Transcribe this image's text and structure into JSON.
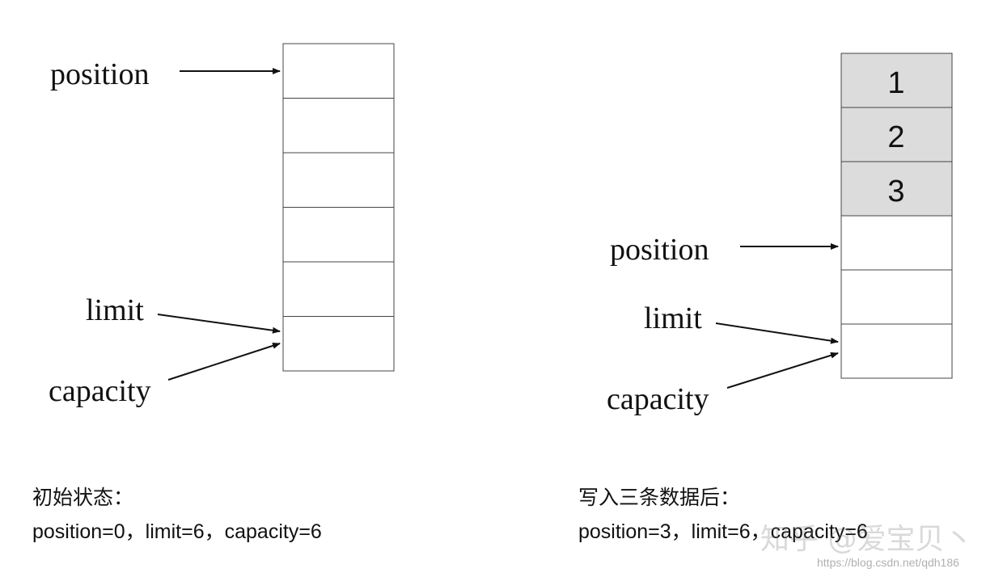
{
  "left_panel": {
    "cells": [
      "",
      "",
      "",
      "",
      "",
      ""
    ],
    "labels": {
      "position": "position",
      "limit": "limit",
      "capacity": "capacity"
    },
    "caption_title": "初始状态：",
    "caption_values": "position=0，limit=6，capacity=6"
  },
  "right_panel": {
    "cells": [
      "1",
      "2",
      "3",
      "",
      "",
      ""
    ],
    "filled_count": 3,
    "labels": {
      "position": "position",
      "limit": "limit",
      "capacity": "capacity"
    },
    "caption_title": "写入三条数据后：",
    "caption_values": "position=3，limit=6，capacity=6"
  },
  "colors": {
    "filled_cell": "#dcdcdc",
    "empty_cell": "#ffffff",
    "border": "#444444",
    "arrow": "#111111"
  },
  "watermark": {
    "text": "知乎 @爱宝贝丶",
    "url": "https://blog.csdn.net/qdh186"
  }
}
